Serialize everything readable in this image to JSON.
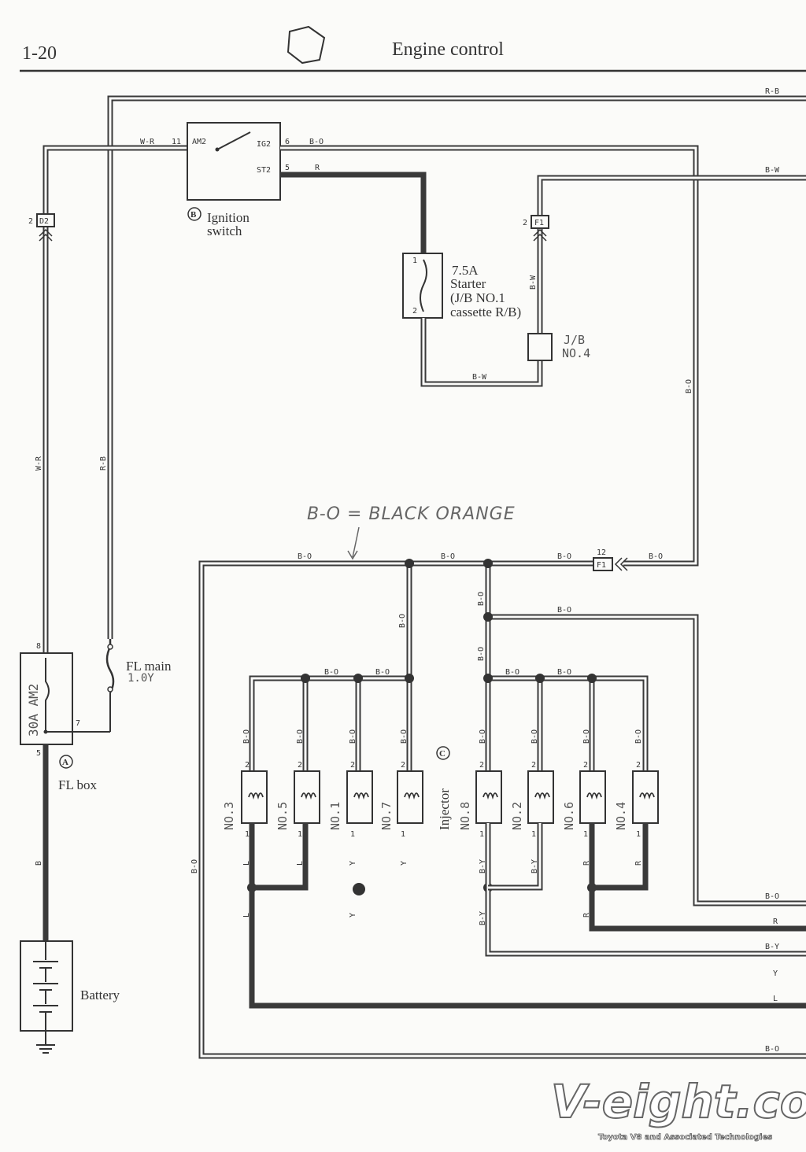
{
  "header": {
    "page_number": "1-20",
    "title": "Engine control"
  },
  "components": {
    "ignition_switch": {
      "letter": "B",
      "label_line1": "Ignition",
      "label_line2": "switch",
      "terminals": [
        "AM2",
        "IG2",
        "ST2"
      ],
      "pins": [
        "11",
        "6",
        "5"
      ]
    },
    "starter_fuse": {
      "line1": "7.5A",
      "line2": "Starter",
      "line3": "(J/B NO.1",
      "line4": "cassette R/B)",
      "pins": [
        "1",
        "2"
      ]
    },
    "jb4": {
      "line1": "J/B",
      "line2": "NO.4"
    },
    "fl_box": {
      "letter": "A",
      "label": "FL box",
      "fuse_text": "30A AM2",
      "pins": [
        "8",
        "7",
        "5"
      ]
    },
    "fl_main": {
      "line1": "FL main",
      "line2": "1.0Y"
    },
    "battery": {
      "label": "Battery"
    },
    "injector": {
      "letter": "C",
      "label": "Injector",
      "left_group": [
        "NO.3",
        "NO.5",
        "NO.1",
        "NO.7"
      ],
      "right_group": [
        "NO.8",
        "NO.2",
        "NO.6",
        "NO.4"
      ]
    }
  },
  "connectors": {
    "d2": {
      "code": "D2",
      "pin": "2"
    },
    "f1_top": {
      "code": "F1",
      "pin": "2"
    },
    "f1_mid": {
      "code": "F1",
      "pin": "12"
    }
  },
  "wire_labels": {
    "rb_top": "R-B",
    "bw_top": "B-W",
    "wr": "W-R",
    "bo": "B-O",
    "r": "R",
    "bw": "B-W",
    "rb_vert": "R-B",
    "wr_vert": "W-R",
    "b": "B",
    "l": "L",
    "y": "Y",
    "by": "B-Y",
    "right_edge": [
      "B-O",
      "R",
      "B-Y",
      "Y",
      "L",
      "B-O"
    ]
  },
  "pin_numbers": {
    "top": "2",
    "bottom": "1"
  },
  "annotation": "B-O = BLACK ORANGE",
  "watermark": {
    "brand": "V-eight.com",
    "tagline": "Toyota V8 and Associated Technologies"
  }
}
